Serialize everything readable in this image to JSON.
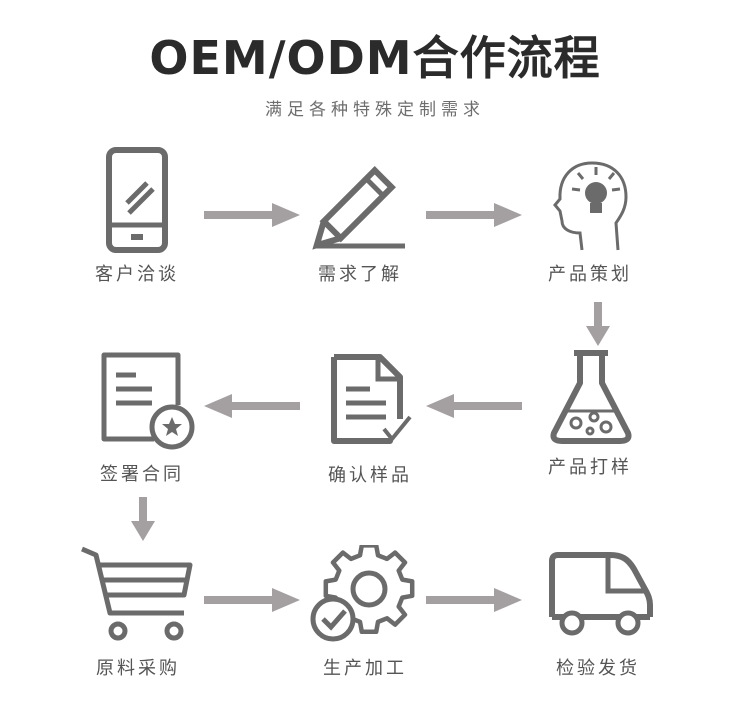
{
  "header": {
    "title": "OEM/ODM合作流程",
    "subtitle": "满足各种特殊定制需求"
  },
  "steps": [
    {
      "label": "客户洽谈",
      "icon": "smartphone-icon"
    },
    {
      "label": "需求了解",
      "icon": "pencil-icon"
    },
    {
      "label": "产品策划",
      "icon": "idea-head-icon"
    },
    {
      "label": "产品打样",
      "icon": "flask-icon"
    },
    {
      "label": "确认样品",
      "icon": "document-check-icon"
    },
    {
      "label": "签署合同",
      "icon": "contract-icon"
    },
    {
      "label": "原料采购",
      "icon": "shopping-cart-icon"
    },
    {
      "label": "生产加工",
      "icon": "gear-icon"
    },
    {
      "label": "检验发货",
      "icon": "delivery-truck-icon"
    }
  ],
  "colors": {
    "icon": "#6b6b6b",
    "arrow": "#a4a0a2",
    "text": "#555555",
    "title": "#2b2b2b"
  }
}
